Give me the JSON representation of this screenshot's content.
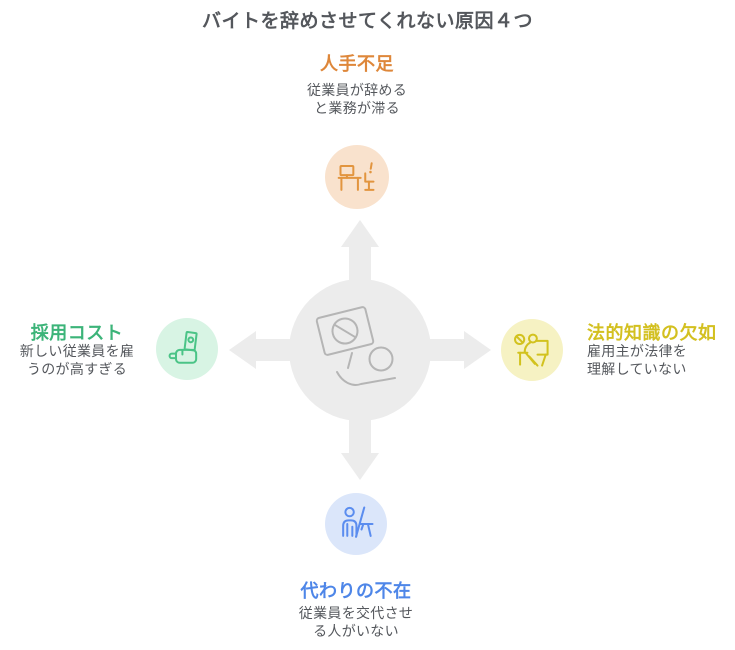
{
  "page": {
    "background": "#ffffff",
    "title": "バイトを辞めさせてくれない原因４つ",
    "title_color": "#54575c",
    "text_color": "#55585d"
  },
  "center": {
    "icon": "protest-sign-in-hand-icon",
    "hub_color": "#ececec",
    "icon_color": "#b5b5b5",
    "arrows": [
      "arrow-up-icon",
      "arrow-left-icon",
      "arrow-right-icon",
      "arrow-down-icon"
    ]
  },
  "nodes": {
    "top": {
      "label": "人手不足",
      "description": [
        "従業員が辞める",
        "と業務が滞る"
      ],
      "accent": "#de873a",
      "circle_fill": "#f9e2cd",
      "icon_color": "#e2953f",
      "icon": "vacant-desk-icon"
    },
    "left": {
      "label": "採用コスト",
      "description": [
        "新しい従業員を雇",
        "うのが高すぎる"
      ],
      "accent": "#3cb479",
      "circle_fill": "#d8f4e4",
      "icon_color": "#4bc487",
      "icon": "hand-holding-cash-icon"
    },
    "right": {
      "label": "法的知識の欠如",
      "description": [
        "雇用主が法律を",
        "理解していない"
      ],
      "accent": "#d3c020",
      "circle_fill": "#f6f2c3",
      "icon_color": "#d2c21e",
      "icon": "prohibited-employer-desk-icon"
    },
    "bottom": {
      "label": "代わりの不在",
      "description": [
        "従業員を交代させ",
        "る人がいない"
      ],
      "accent": "#4e86e8",
      "circle_fill": "#dbe6fa",
      "icon_color": "#5b8def",
      "icon": "missing-replacement-person-icon"
    }
  }
}
